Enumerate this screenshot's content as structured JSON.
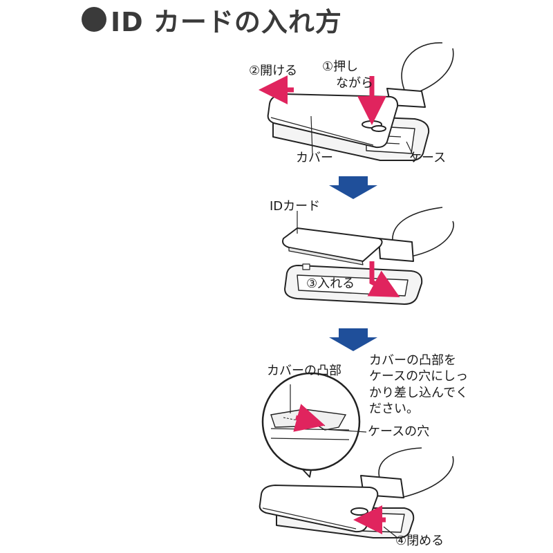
{
  "title": {
    "dot_icon": "filled-circle-icon",
    "text": "ID カードの入れ方"
  },
  "step1": {
    "open_label": "②開ける",
    "press_label_line1": "①押し",
    "press_label_line2": "ながら",
    "cover_label": "カバー",
    "case_label": "ケース"
  },
  "step2": {
    "card_label": "IDカード",
    "insert_label": "③入れる"
  },
  "step3": {
    "tab_label": "カバーの凸部",
    "note_lines": [
      "カバーの凸部を",
      "ケースの穴にしっ",
      "かり差し込んでく",
      "ださい。"
    ],
    "hole_label": "ケースの穴",
    "close_label": "④閉める"
  },
  "colors": {
    "arrow_red": "#e0245e",
    "arrow_blue": "#1f4f9a",
    "title": "#3a3a3a"
  }
}
